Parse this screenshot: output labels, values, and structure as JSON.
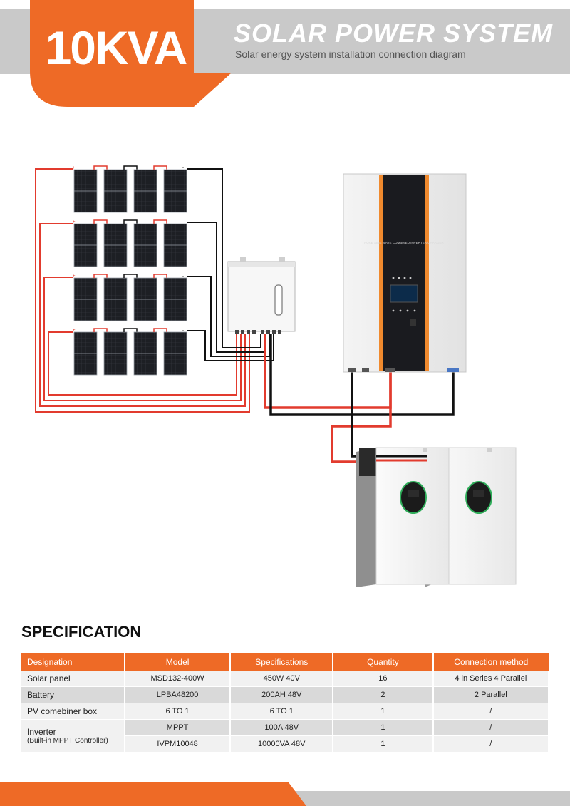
{
  "header": {
    "badge": "10KVA",
    "title": "SOLAR POWER SYSTEM",
    "subtitle": "Solar energy system installation connection diagram",
    "accent_color": "#ee6a26"
  },
  "diagram": {
    "panel_rows": 4,
    "panels_per_row": 4,
    "plus_sign": "+",
    "minus_sign": "-",
    "inverter_label": "PURE SINE WAVE COMBINED INVERTER/CHARGER",
    "wire_positive_color": "#e23b2e",
    "wire_negative_color": "#111111",
    "icons": [
      "solar-panel-icon",
      "combiner-box-icon",
      "inverter-icon",
      "battery-icon"
    ]
  },
  "spec": {
    "heading": "SPECIFICATION",
    "columns": [
      "Designation",
      "Model",
      "Specifications",
      "Quantity",
      "Connection method"
    ],
    "rows": [
      {
        "designation": "Solar panel",
        "model": "MSD132-400W",
        "spec": "450W  40V",
        "qty": "16",
        "method": "4 in Series  4 Parallel"
      },
      {
        "designation": "Battery",
        "model": "LPBA48200",
        "spec": "200AH  48V",
        "qty": "2",
        "method": "2 Parallel"
      },
      {
        "designation": "PV comebiner box",
        "model": "6 TO 1",
        "spec": "6 TO 1",
        "qty": "1",
        "method": "/"
      }
    ],
    "inverter": {
      "designation": "Inverter",
      "note": "(Built-in MPPT Controller)",
      "rows": [
        {
          "model": "MPPT",
          "spec": "100A  48V",
          "qty": "1",
          "method": "/"
        },
        {
          "model": "IVPM10048",
          "spec": "10000VA  48V",
          "qty": "1",
          "method": "/"
        }
      ]
    }
  }
}
